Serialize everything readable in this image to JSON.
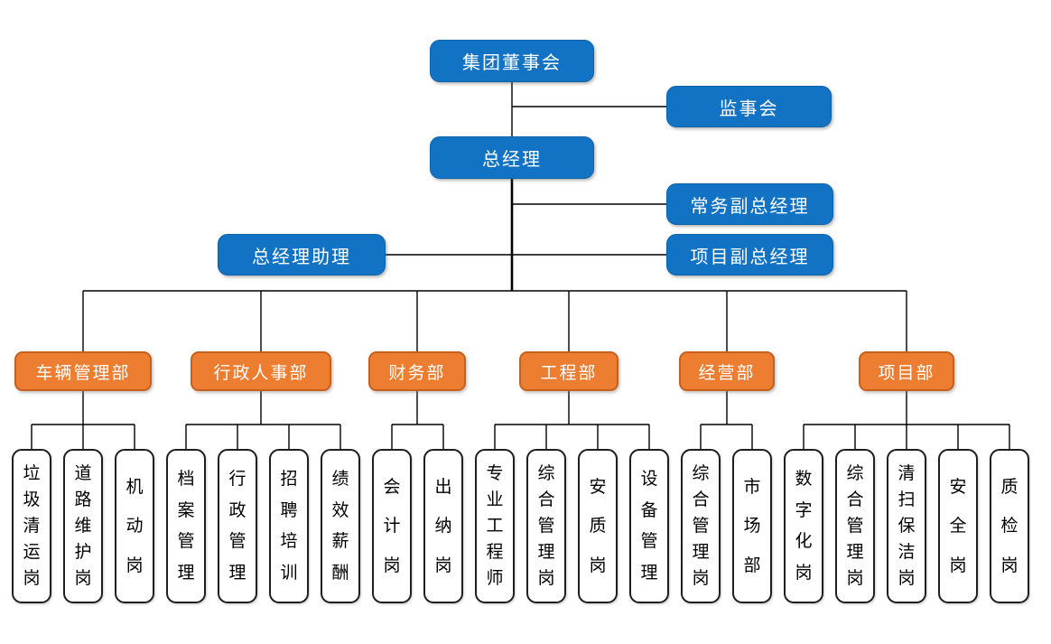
{
  "org": {
    "executives": {
      "board": "集团董事会",
      "supervisory": "监事会",
      "general_manager": "总经理",
      "executive_deputy_gm": "常务副总经理",
      "gm_assistant": "总经理助理",
      "project_deputy_gm": "项目副总经理"
    },
    "departments": [
      {
        "label": "车辆管理部",
        "positions": [
          "垃圾清运岗",
          "道路维护岗",
          "机动岗"
        ]
      },
      {
        "label": "行政人事部",
        "positions": [
          "档案管理",
          "行政管理",
          "招聘培训",
          "绩效薪酬"
        ]
      },
      {
        "label": "财务部",
        "positions": [
          "会计岗",
          "出纳岗"
        ]
      },
      {
        "label": "工程部",
        "positions": [
          "专业工程师",
          "综合管理岗",
          "安质岗",
          "设备管理"
        ]
      },
      {
        "label": "经营部",
        "positions": [
          "综合管理岗",
          "市场部"
        ]
      },
      {
        "label": "项目部",
        "positions": [
          "数字化岗",
          "综合管理岗",
          "清扫保洁岗",
          "安全岗",
          "质检岗"
        ]
      }
    ],
    "colors": {
      "executive_fill": "#1272C4",
      "executive_border": "#0E62A9",
      "department_fill": "#ED7D31",
      "department_border": "#C8601D",
      "position_border": "#1F1F1F",
      "connector": "#000000"
    }
  }
}
